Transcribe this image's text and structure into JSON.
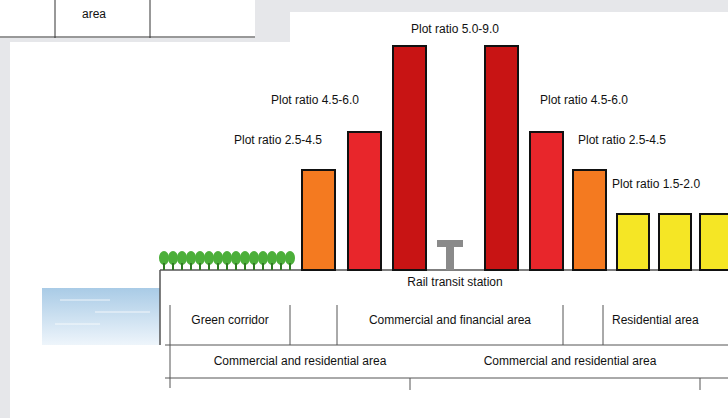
{
  "diagram": {
    "labels": [
      "area",
      "Plot ratio 5.0-9.0",
      "Plot ratio 4.5-6.0",
      "Plot ratio 2.5-4.5",
      "Plot ratio 4.5-6.0",
      "Plot ratio 2.5-4.5",
      "Plot ratio 1.5-2.0",
      "Rail transit station",
      "Green corridor",
      "Commercial and financial area",
      "Residential area",
      "Commercial and residential area",
      "Commercial and residential area"
    ]
  }
}
